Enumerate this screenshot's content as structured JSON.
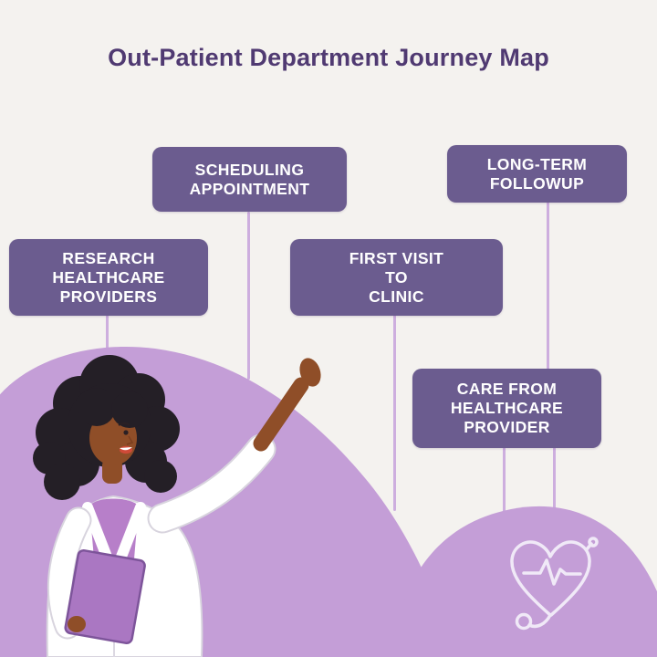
{
  "title": "Out-Patient Department Journey Map",
  "steps": [
    {
      "name": "research-healthcare-providers",
      "label": "RESEARCH\nHEALTHCARE\nPROVIDERS"
    },
    {
      "name": "scheduling-appointment",
      "label": "SCHEDULING\nAPPOINTMENT"
    },
    {
      "name": "first-visit-to-clinic",
      "label": "FIRST VISIT\nTO\nCLINIC"
    },
    {
      "name": "long-term-followup",
      "label": "LONG-TERM\nFOLLOWUP"
    },
    {
      "name": "care-from-healthcare-provider",
      "label": "CARE FROM\nHEALTHCARE\nPROVIDER"
    }
  ],
  "icons": {
    "heart_stethoscope": "stethoscope shaped as heart with ECG line"
  },
  "illustration": "female doctor in white coat waving and holding purple folder",
  "colors": {
    "background": "#f4f2ef",
    "title_text": "#503a72",
    "step_box": "#6b5c8f",
    "step_text": "#ffffff",
    "connector": "#cdaede",
    "blob": "#c49ed7",
    "icon_stroke": "#f0e9f7",
    "skin": "#8f4e28",
    "hair": "#241f26",
    "coat": "#ffffff",
    "shirt": "#b77fc9",
    "folder": "#aa77c2"
  }
}
